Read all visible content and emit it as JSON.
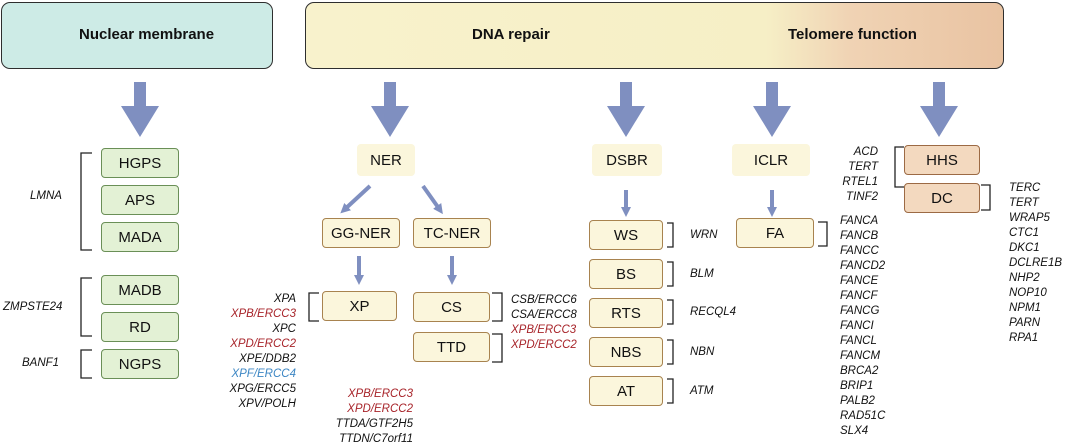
{
  "headers": {
    "nuclear_membrane": "Nuclear membrane",
    "dna_repair": "DNA repair",
    "telomere_function": "Telomere function"
  },
  "colors": {
    "green_fill": "#e3f1d5",
    "yellow_fill": "#fbf6dc",
    "orange_fill": "#f3d9bf",
    "arrow": "#7f8fc0",
    "red_gene": "#a8252b",
    "blue_gene": "#3d87c4"
  },
  "boxes": {
    "hgps": "HGPS",
    "aps": "APS",
    "mada": "MADA",
    "madb": "MADB",
    "rd": "RD",
    "ngps": "NGPS",
    "ner": "NER",
    "gg_ner": "GG-NER",
    "tc_ner": "TC-NER",
    "xp": "XP",
    "cs": "CS",
    "ttd": "TTD",
    "dsbr": "DSBR",
    "ws": "WS",
    "bs": "BS",
    "rts": "RTS",
    "nbs": "NBS",
    "at": "AT",
    "iclr": "ICLR",
    "fa": "FA",
    "hhs": "HHS",
    "dc": "DC"
  },
  "genes": {
    "lmna": "LMNA",
    "zmpste24": "ZMPSTE24",
    "banf1": "BANF1",
    "xp": [
      {
        "text": "XPA",
        "color": "black"
      },
      {
        "text": "XPB/ERCC3",
        "color": "red"
      },
      {
        "text": "XPC",
        "color": "black"
      },
      {
        "text": "XPD/ERCC2",
        "color": "red"
      },
      {
        "text": "XPE/DDB2",
        "color": "black"
      },
      {
        "text": "XPF/ERCC4",
        "color": "blue"
      },
      {
        "text": "XPG/ERCC5",
        "color": "black"
      },
      {
        "text": "XPV/POLH",
        "color": "black"
      }
    ],
    "cs": [
      {
        "text": "CSB/ERCC6",
        "color": "black"
      },
      {
        "text": "CSA/ERCC8",
        "color": "black"
      },
      {
        "text": "XPB/ERCC3",
        "color": "red"
      }
    ],
    "ttd_side": {
      "text": "XPD/ERCC2",
      "color": "red"
    },
    "ttd_below": [
      {
        "text": "XPB/ERCC3",
        "color": "red"
      },
      {
        "text": "XPD/ERCC2",
        "color": "red"
      },
      {
        "text": "TTDA/GTF2H5",
        "color": "black"
      },
      {
        "text": "TTDN/C7orf11",
        "color": "black"
      }
    ],
    "ws": "WRN",
    "bs": "BLM",
    "rts": "RECQL4",
    "nbs": "NBN",
    "at": "ATM",
    "fa": [
      "FANCA",
      "FANCB",
      "FANCC",
      "FANCD2",
      "FANCE",
      "FANCF",
      "FANCG",
      "FANCI",
      "FANCL",
      "FANCM",
      "BRCA2",
      "BRIP1",
      "PALB2",
      "RAD51C",
      "SLX4"
    ],
    "hhs": [
      "ACD",
      "TERT",
      "RTEL1",
      "TINF2"
    ],
    "dc": [
      "TERC",
      "TERT",
      "WRAP5",
      "CTC1",
      "DKC1",
      "DCLRE1B",
      "NHP2",
      "NOP10",
      "NPM1",
      "PARN",
      "RPA1"
    ]
  }
}
